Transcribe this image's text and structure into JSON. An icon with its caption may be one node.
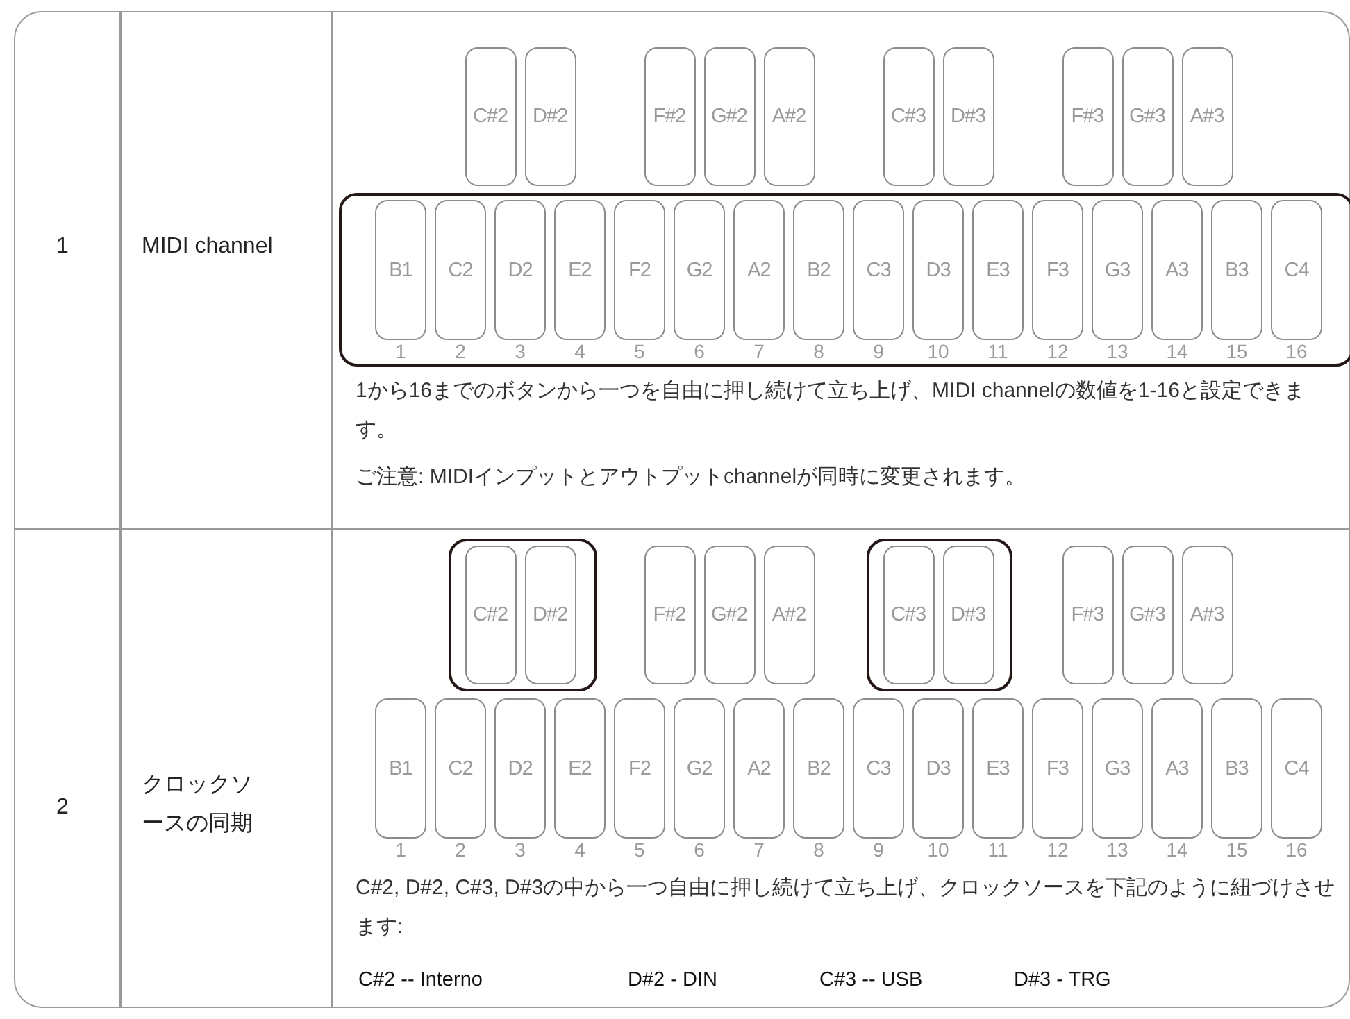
{
  "diagram": {
    "nodes": [
      {
        "text": [
          "C#2"
        ]
      },
      {
        "text": [
          "D#2"
        ]
      },
      {
        "text": [
          "F#2"
        ]
      },
      {
        "text": [
          "G#2"
        ]
      },
      {
        "text": [
          "A#2"
        ]
      },
      {
        "text": [
          "C#3"
        ]
      },
      {
        "text": [
          "D#3"
        ]
      },
      {
        "text": [
          "F#3"
        ]
      },
      {
        "text": [
          "G#3"
        ]
      },
      {
        "text": [
          "A#3"
        ]
      },
      {
        "text": [],
        "shape": "box"
      },
      {
        "text": [
          "B1"
        ],
        "in": 10
      },
      {
        "text": [
          "C2"
        ],
        "in": 10
      },
      {
        "text": [
          "D2"
        ],
        "in": 10
      },
      {
        "text": [
          "E2"
        ],
        "in": 10
      },
      {
        "text": [
          "F2"
        ],
        "in": 10
      },
      {
        "text": [
          "G2"
        ],
        "in": 10
      },
      {
        "text": [
          "A2"
        ],
        "in": 10
      },
      {
        "text": [
          "B2"
        ],
        "in": 10
      },
      {
        "text": [
          "C3"
        ],
        "in": 10
      },
      {
        "text": [
          "D3"
        ],
        "in": 10
      },
      {
        "text": [
          "E3"
        ],
        "in": 10
      },
      {
        "text": [
          "F3"
        ],
        "in": 10
      },
      {
        "text": [
          "G3"
        ],
        "in": 10
      },
      {
        "text": [
          "A3"
        ],
        "in": 10
      },
      {
        "text": [
          "B3"
        ],
        "in": 10
      },
      {
        "text": [
          "C4"
        ],
        "in": 10
      },
      {
        "text": [],
        "shape": "box"
      },
      {
        "text": [
          "C#2"
        ],
        "in": 27
      },
      {
        "text": [
          "D#2"
        ],
        "in": 27
      },
      {
        "text": [
          "F#2"
        ]
      },
      {
        "text": [
          "G#2"
        ]
      },
      {
        "text": [
          "A#2"
        ]
      },
      {
        "text": [],
        "shape": "box"
      },
      {
        "text": [
          "C#3"
        ],
        "in": 33
      },
      {
        "text": [
          "D#3"
        ],
        "in": 33
      },
      {
        "text": [
          "F#3"
        ]
      },
      {
        "text": [
          "G#3"
        ]
      },
      {
        "text": [
          "A#3"
        ]
      },
      {
        "text": [
          "B1"
        ]
      },
      {
        "text": [
          "C2"
        ]
      },
      {
        "text": [
          "D2"
        ]
      },
      {
        "text": [
          "E2"
        ]
      },
      {
        "text": [
          "F2"
        ]
      },
      {
        "text": [
          "G2"
        ]
      },
      {
        "text": [
          "A2"
        ]
      },
      {
        "text": [
          "B2"
        ]
      },
      {
        "text": [
          "C3"
        ]
      },
      {
        "text": [
          "D3"
        ]
      },
      {
        "text": [
          "E3"
        ]
      },
      {
        "text": [
          "F3"
        ]
      },
      {
        "text": [
          "G3"
        ]
      },
      {
        "text": [
          "A3"
        ]
      },
      {
        "text": [
          "B3"
        ]
      },
      {
        "text": [
          "C4"
        ]
      }
    ],
    "labels": [
      "1",
      "MIDI channel",
      "1",
      "2",
      "3",
      "4",
      "5",
      "6",
      "7",
      "8",
      "9",
      "10",
      "11",
      "12",
      "13",
      "14",
      "15",
      "16",
      "1から16までのボタンから一つを自由に押し続けて立ち上げ、MIDI channelの数値を1-16と設定できます。",
      "ご注意: MIDIインプットとアウトプットchannelが同時に変更されます。",
      "2",
      "クロックソースの同期",
      "1",
      "2",
      "3",
      "4",
      "5",
      "6",
      "7",
      "8",
      "9",
      "10",
      "11",
      "12",
      "13",
      "14",
      "15",
      "16",
      "C#2, D#2, C#3, D#3の中から一つ自由に押し続けて立ち上げ、クロックソースを下記のように紐づけさせます:",
      "C#2 -- Interno",
      "D#2 - DIN",
      "C#3 -- USB",
      "D#3 - TRG"
    ]
  }
}
